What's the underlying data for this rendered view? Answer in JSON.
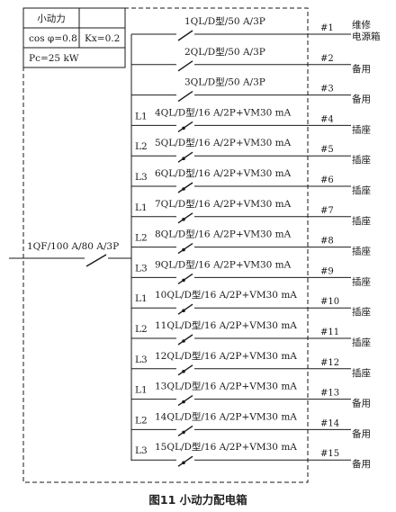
{
  "info_table": {
    "title": "小动力",
    "cos": "cos φ=0.8",
    "kx": "Kx=0.2",
    "pc": "Pc=25 kW"
  },
  "main_breaker": "1QF/100 A/80 A/3P",
  "branches": [
    {
      "phase": "",
      "breaker": "1QL/D型/50 A/3P",
      "circuit": "#1",
      "load": [
        "维修",
        "电源箱"
      ]
    },
    {
      "phase": "",
      "breaker": "2QL/D型/50 A/3P",
      "circuit": "#2",
      "load": [
        "备用"
      ]
    },
    {
      "phase": "",
      "breaker": "3QL/D型/50 A/3P",
      "circuit": "#3",
      "load": [
        "备用"
      ]
    },
    {
      "phase": "L1",
      "breaker": "4QL/D型/16 A/2P+VM30 mA",
      "circuit": "#4",
      "load": [
        "插座"
      ]
    },
    {
      "phase": "L2",
      "breaker": "5QL/D型/16 A/2P+VM30 mA",
      "circuit": "#5",
      "load": [
        "插座"
      ]
    },
    {
      "phase": "L3",
      "breaker": "6QL/D型/16 A/2P+VM30 mA",
      "circuit": "#6",
      "load": [
        "插座"
      ]
    },
    {
      "phase": "L1",
      "breaker": "7QL/D型/16 A/2P+VM30 mA",
      "circuit": "#7",
      "load": [
        "插座"
      ]
    },
    {
      "phase": "L2",
      "breaker": "8QL/D型/16 A/2P+VM30 mA",
      "circuit": "#8",
      "load": [
        "插座"
      ]
    },
    {
      "phase": "L3",
      "breaker": "9QL/D型/16 A/2P+VM30 mA",
      "circuit": "#9",
      "load": [
        "插座"
      ]
    },
    {
      "phase": "L1",
      "breaker": "10QL/D型/16 A/2P+VM30 mA",
      "circuit": "#10",
      "load": [
        "插座"
      ]
    },
    {
      "phase": "L2",
      "breaker": "11QL/D型/16 A/2P+VM30 mA",
      "circuit": "#11",
      "load": [
        "插座"
      ]
    },
    {
      "phase": "L3",
      "breaker": "12QL/D型/16 A/2P+VM30 mA",
      "circuit": "#12",
      "load": [
        "插座"
      ]
    },
    {
      "phase": "L1",
      "breaker": "13QL/D型/16 A/2P+VM30 mA",
      "circuit": "#13",
      "load": [
        "备用"
      ]
    },
    {
      "phase": "L2",
      "breaker": "14QL/D型/16 A/2P+VM30 mA",
      "circuit": "#14",
      "load": [
        "备用"
      ]
    },
    {
      "phase": "L3",
      "breaker": "15QL/D型/16 A/2P+VM30 mA",
      "circuit": "#15",
      "load": [
        "备用"
      ]
    }
  ],
  "caption": "图11   小动力配电箱"
}
